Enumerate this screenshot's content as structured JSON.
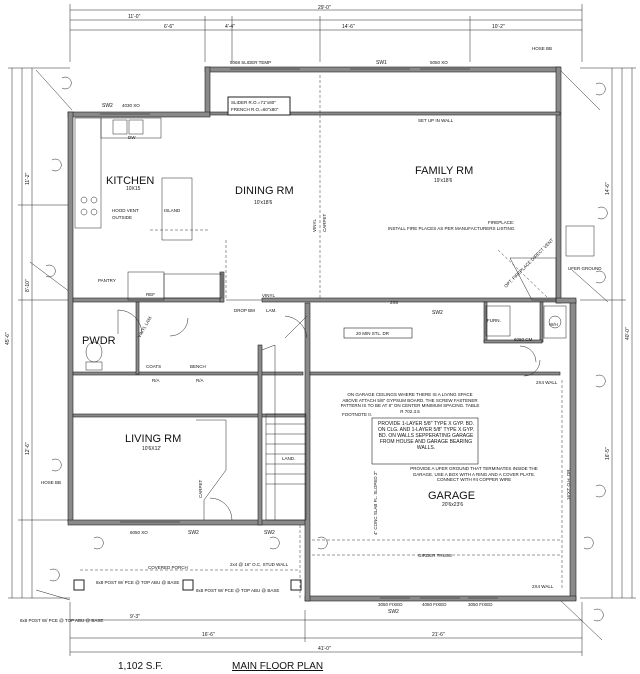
{
  "plan": {
    "footer": {
      "square_feet": "1,102 S.F.",
      "title": "MAIN FLOOR PLAN"
    },
    "rooms": {
      "kitchen": {
        "name": "KITCHEN",
        "size": "10X15"
      },
      "dining": {
        "name": "DINING RM",
        "size": "10'x18'6"
      },
      "family": {
        "name": "FAMILY RM",
        "size": "19'x18'6"
      },
      "powder": {
        "name": "PWDR"
      },
      "living": {
        "name": "LIVING RM",
        "size": "10'6X12'"
      },
      "garage": {
        "name": "GARAGE",
        "size": "20'6x23'6"
      },
      "pantry": {
        "name": "PANTRY"
      },
      "coats": {
        "name": "COATS"
      },
      "bench": {
        "name": "BENCH"
      }
    },
    "windows": {
      "slider_temp": "5068 SLIDER TEMP",
      "sw1": "SW1",
      "sw1_size": "5050 XO",
      "sw2_kitchen": "SW2",
      "sw2_kitchen_size": "4030 XO",
      "sw2_garage": "SW2",
      "sw2_living": "SW2",
      "sw2_porch": "SW2",
      "sw2_bottom": "SW2",
      "living_window": "6050 XO",
      "fixed_1": "3050 FIXED",
      "fixed_2": "4050 FIXED",
      "fixed_3": "3050 FIXED",
      "furn": "FURN."
    },
    "labels": {
      "slider_1": "SLIDER R.O.=71\"x80\"",
      "slider_2": "FRENCH R.O.=60\"x80\"",
      "set_up_wall": "SET UP IN WALL",
      "fireplace_title": "FIREPLACE:",
      "fireplace_note": "INSTALL FIRE PLACES AS PER MANUFACTURERS LISTING.",
      "fireplace_tag": "OPT. FIREPLACE DIRECT VENT",
      "hood_vent": "HOOD VENT",
      "hood_vent_2": "OUTSIDE",
      "island": "ISLAND",
      "dw": "DW",
      "ref": "REF",
      "vinyl_1": "VINYL",
      "vinyl_2": "VINYL",
      "vinyl_lam": "VINYL LAM.",
      "lam": "LAM.",
      "carpet_1": "CARPET",
      "carpet_2": "CARPET",
      "drop_bm": "DROP BM",
      "dbl_2x6": "2X6",
      "stl_dr": "20 MIN STL. DR",
      "ra_1": "R/A",
      "ra_2": "R/A",
      "landing": "LAND.",
      "wh": "W/H",
      "ufer": "UFER GROUND",
      "hose_top": "HOSE BB",
      "hose_left": "HOSE BB",
      "wall_1": "2X4 WALL",
      "wall_2": "2X4 WALL",
      "cm_6060": "6060 CM",
      "stud_wall": "2x4 @ 16\" O.C. STUD WALL",
      "covered_porch": "COVERED PORCH",
      "girder_truss": "GIRDER TRUSS",
      "slab": "4\" CONC SLAB FL. SLOPED 2\"",
      "garage_dr": "16'X7' O.H. DR.",
      "ufer_note": "PROVIDE A UFER GROUND THAT TERMINATES INSIDE THE GARAGE. USE A BOX WITH A RING AND A COVER PLATE. CONNECT WITH #4 COPPER WIRE",
      "post_1": "8x8 POST W/ PCE @ TOP ABU @ BASE",
      "post_2": "8x8 POST W/ PCE @ TOP ABU @ BASE",
      "post_3": "8x8 POST W/ PCE @ TOP ABU @ BASE",
      "footnote": "FOOTNOTE II.",
      "ceiling_note": "ON GARAGE CEILINGS WHERE THERE IS A LIVING SPACE ABOVE ATTACH 5/8\" GYPSUM BOARD. THE SCREW FASTENER PATTERN IS TO BE AT 8\" ON CENTER MINIMUM SPACING. TABLE R 702.3.5",
      "gyp_note": "PROVIDE 1-LAYER 5/8\" TYPE X GYP. BD. ON CLG. AND 1-LAYER 5/8\" TYPE X GYP. BD. ON WALLS SEPPERATING GARAGE FROM HOUSE AND GARAGE BEARING WALLS."
    },
    "dims": {
      "top_11": "11'-0\"",
      "top_6": "6'-6\"",
      "top_4": "4'-4\"",
      "top_14": "14'-6\"",
      "top_10": "10'-2\"",
      "overall_top": "29'-0\"",
      "overall_bottom": "41'-0\"",
      "bottom_9": "9'-3\"",
      "bottom_16": "16'-6\"",
      "bottom_21": "21'-6\"",
      "right_14": "14'-6\"",
      "right_16": "16'-5\"",
      "right_40": "40'-0\"",
      "left_11": "11'-2\"",
      "left_8": "8'-10\"",
      "left_45": "45'-6\"",
      "left_12": "12'-6\""
    }
  }
}
